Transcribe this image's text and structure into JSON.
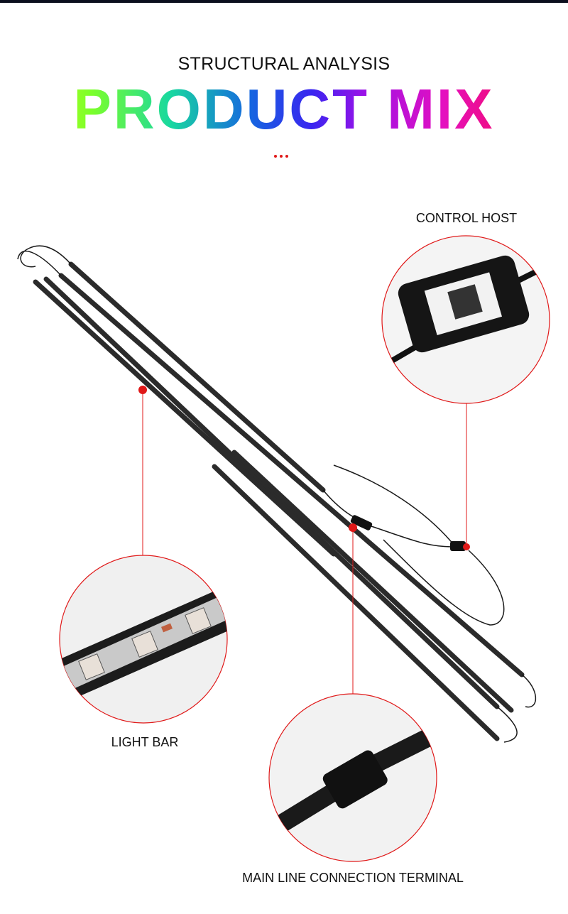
{
  "header": {
    "subtitle": "STRUCTURAL ANALYSIS",
    "title": "PRODUCT MIX"
  },
  "callouts": {
    "control_host": "CONTROL HOST",
    "light_bar": "LIGHT BAR",
    "connection_terminal": "MAIN LINE CONNECTION TERMINAL"
  },
  "colors": {
    "accent_red": "#e01818",
    "bar": "#2a2a2a"
  }
}
